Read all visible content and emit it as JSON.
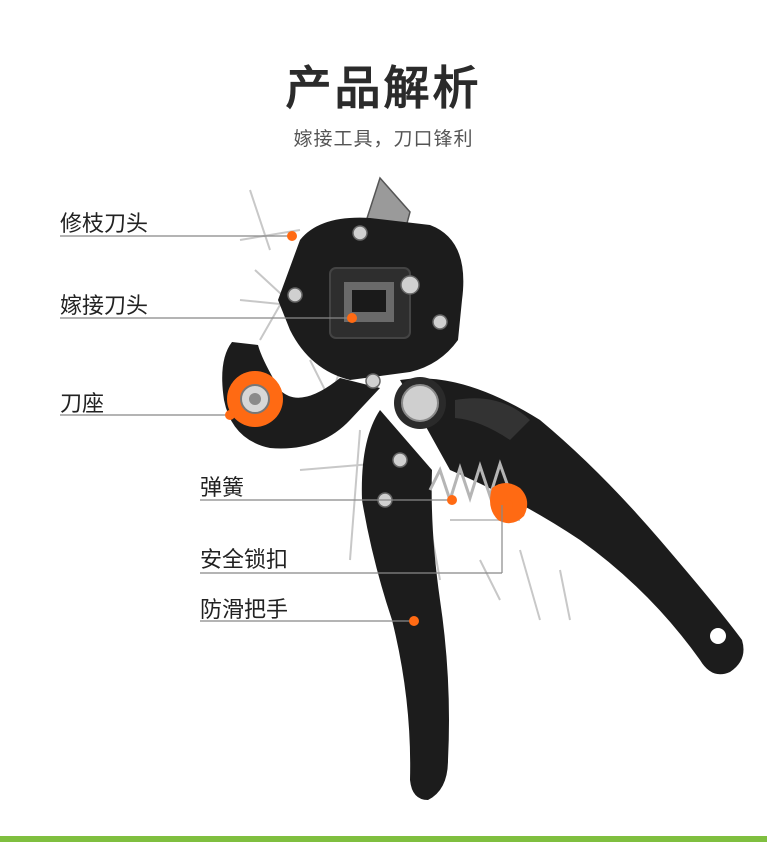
{
  "header": {
    "title": "产品解析",
    "subtitle": "嫁接工具，刀口锋利"
  },
  "callouts": [
    {
      "label": "修枝刀头"
    },
    {
      "label": "嫁接刀头"
    },
    {
      "label": "刀座"
    },
    {
      "label": "弹簧"
    },
    {
      "label": "安全锁扣"
    },
    {
      "label": "防滑把手"
    }
  ],
  "colors": {
    "tool_body": "#1c1c1c",
    "accent_orange": "#ff6a13",
    "callout_line": "#888888",
    "bottom_bar": "#7fbf3f"
  }
}
